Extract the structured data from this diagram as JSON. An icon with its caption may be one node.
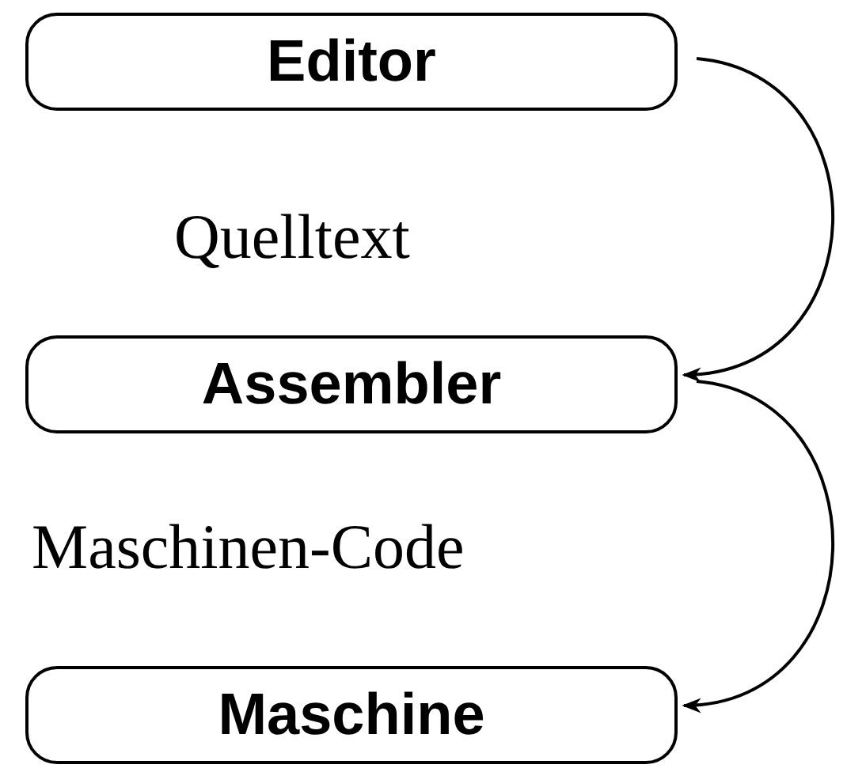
{
  "diagram": {
    "nodes": [
      {
        "text": [
          "Editor"
        ]
      },
      {
        "text": [
          "Assembler"
        ]
      },
      {
        "text": [
          "Maschine"
        ]
      }
    ],
    "edges": [
      {
        "from": 0,
        "to": 1,
        "arrow": "to"
      },
      {
        "from": 1,
        "to": 2,
        "arrow": "to"
      }
    ],
    "labels": [
      "Quelltext",
      "Maschinen-Code"
    ]
  }
}
